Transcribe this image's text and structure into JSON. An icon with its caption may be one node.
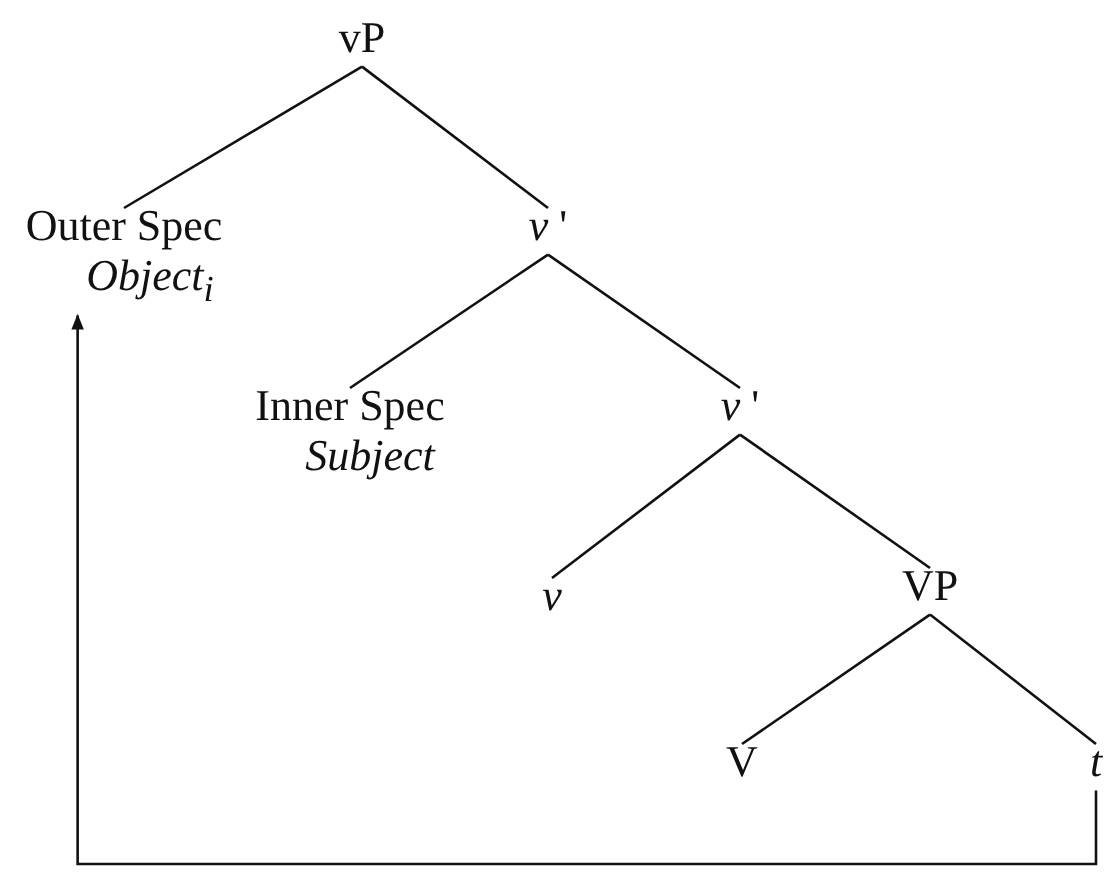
{
  "diagram": {
    "nodes": [
      {
        "text": [
          "vP"
        ]
      },
      {
        "text": [
          "Outer Spec",
          "Object$_{i}$"
        ]
      },
      {
        "text": [
          "*v* '"
        ]
      },
      {
        "text": [
          "Inner Spec",
          "Subject"
        ]
      },
      {
        "text": [
          "*v* '"
        ]
      },
      {
        "text": [
          "v"
        ]
      },
      {
        "text": [
          "VP"
        ]
      },
      {
        "text": [
          "V"
        ]
      },
      {
        "text": [
          "t"
        ]
      }
    ],
    "edges": [
      {
        "from": 0,
        "to": 1,
        "arrow": "none"
      },
      {
        "from": 0,
        "to": 2,
        "arrow": "none"
      },
      {
        "from": 2,
        "to": 3,
        "arrow": "none"
      },
      {
        "from": 2,
        "to": 4,
        "arrow": "none"
      },
      {
        "from": 4,
        "to": 5,
        "arrow": "none"
      },
      {
        "from": 4,
        "to": 6,
        "arrow": "none"
      },
      {
        "from": 6,
        "to": 7,
        "arrow": "none"
      },
      {
        "from": 6,
        "to": 8,
        "arrow": "none"
      },
      {
        "from": 8,
        "to": 1,
        "arrow": "to"
      }
    ]
  }
}
